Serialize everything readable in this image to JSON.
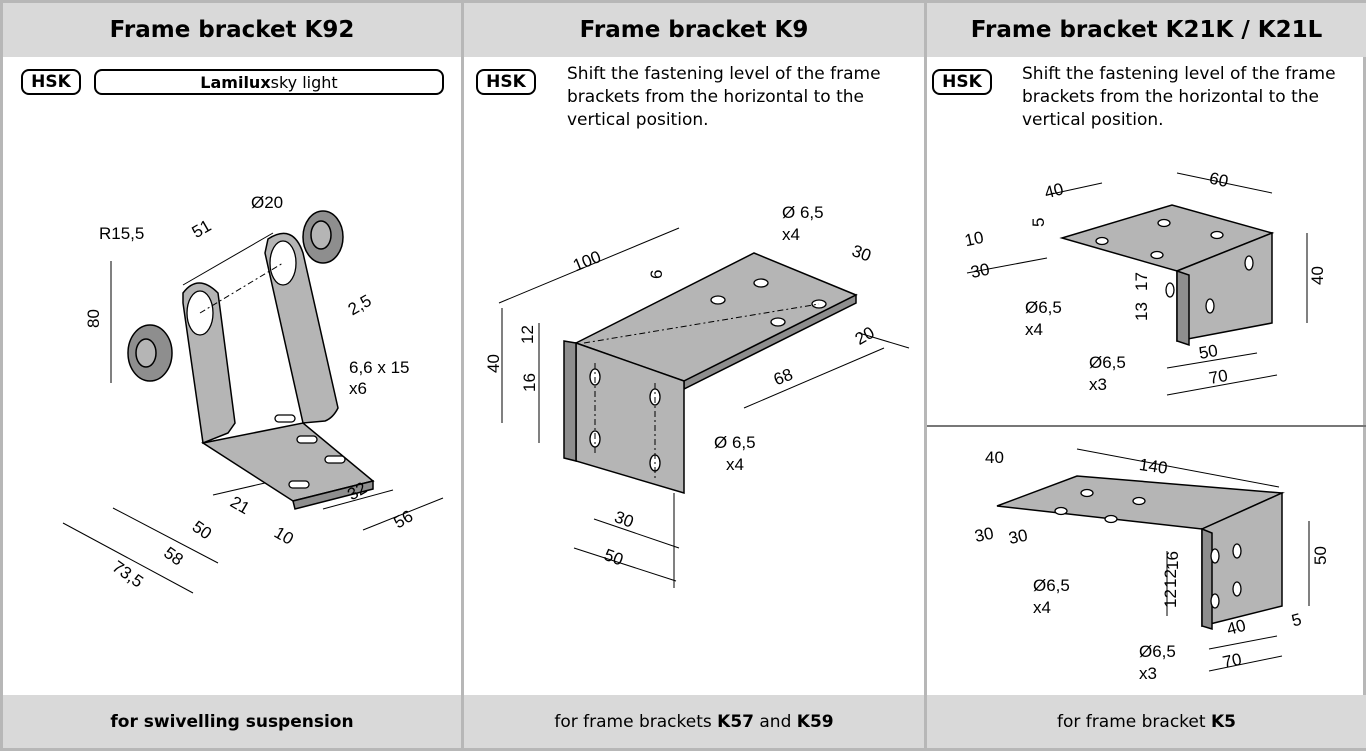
{
  "columns": [
    {
      "title": "Frame bracket K92",
      "badge": "HSK",
      "skylight_brand": "Lamilux",
      "skylight_rest": " sky light",
      "footer": "for swivelling suspension",
      "dims": {
        "r": "R15,5",
        "d20": "Ø20",
        "d51": "51",
        "d80": "80",
        "d25": "2,5",
        "slot": "6,6 x 15",
        "slotx": "x6",
        "d21": "21",
        "d50": "50",
        "d58": "58",
        "d735": "73,5",
        "d10": "10",
        "d32": "32",
        "d56": "56"
      }
    },
    {
      "title": "Frame bracket K9",
      "badge": "HSK",
      "note": "Shift the fastening level of the frame brackets from the horizontal to the vertical position.",
      "footer_pre": "for frame brackets ",
      "footer_b1": "K57",
      "footer_mid": " and ",
      "footer_b2": "K59",
      "dims": {
        "d100": "100",
        "d6": "6",
        "h65": "Ø 6,5",
        "h65x": "x4",
        "d30a": "30",
        "d20": "20",
        "d68": "68",
        "d12": "12",
        "d16": "16",
        "d40": "40",
        "h65b": "Ø 6,5",
        "h65bx": "x4",
        "d30b": "30",
        "d50": "50"
      }
    },
    {
      "title": "Frame bracket K21K / K21L",
      "badge": "HSK",
      "note": "Shift the fastening level of the frame brackets from the horizontal to the vertical position.",
      "footer_pre": "for frame bracket ",
      "footer_b1": "K5",
      "dims_top": {
        "d40": "40",
        "d60": "60",
        "d5": "5",
        "d10": "10",
        "d30": "30",
        "d17": "17",
        "d13": "13",
        "d40v": "40",
        "h65a": "Ø6,5",
        "h65ax": "x4",
        "h65b": "Ø6,5",
        "h65bx": "x3",
        "d50": "50",
        "d70": "70"
      },
      "dims_bottom": {
        "d40": "40",
        "d140": "140",
        "d30a": "30",
        "d30b": "30",
        "d16": "16",
        "d12a": "12",
        "d12b": "12",
        "d50": "50",
        "h65a": "Ø6,5",
        "h65ax": "x4",
        "h65b": "Ø6,5",
        "h65bx": "x3",
        "d40b": "40",
        "d5": "5",
        "d70": "70"
      }
    }
  ]
}
